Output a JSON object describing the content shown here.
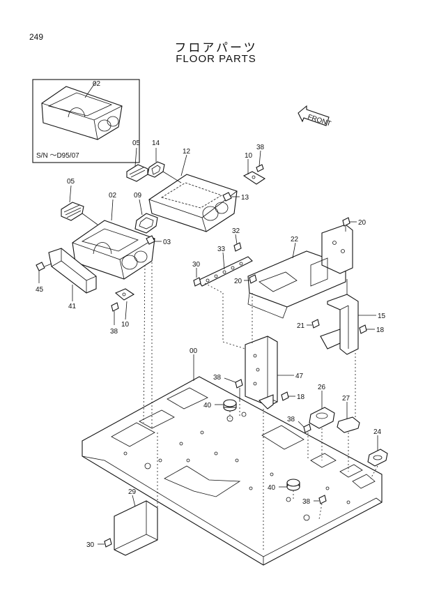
{
  "page_number": "249",
  "title_jp": "フロアパーツ",
  "title_en": "FLOOR PARTS",
  "inset_serial": "S/N ～D95/07",
  "front_label": "FRONT",
  "callouts": {
    "c02a": "02",
    "c05a": "05",
    "c14": "14",
    "c12": "12",
    "c10a": "10",
    "c38a": "38",
    "c13": "13",
    "c05b": "05",
    "c02b": "02",
    "c09": "09",
    "c03": "03",
    "c45": "45",
    "c41": "41",
    "c10b": "10",
    "c38b": "38",
    "c32": "32",
    "c33": "33",
    "c22": "22",
    "c20a": "20",
    "c30a": "30",
    "c20b": "20",
    "c15": "15",
    "c21": "21",
    "c18a": "18",
    "c00": "00",
    "c38c": "38",
    "c47": "47",
    "c40a": "40",
    "c18b": "18",
    "c26": "26",
    "c38d": "38",
    "c27": "27",
    "c24": "24",
    "c40b": "40",
    "c38e": "38",
    "c29": "29",
    "c30b": "30"
  }
}
